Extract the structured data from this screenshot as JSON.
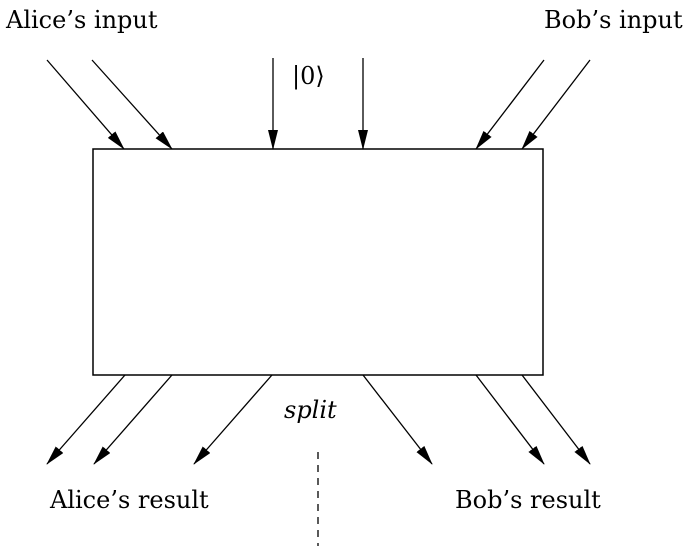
{
  "labels": {
    "alice_input": "Alice’s input",
    "bob_input": "Bob’s input",
    "ancilla": "|0⟩",
    "split": "split",
    "alice_result": "Alice’s result",
    "bob_result": "Bob’s result"
  }
}
